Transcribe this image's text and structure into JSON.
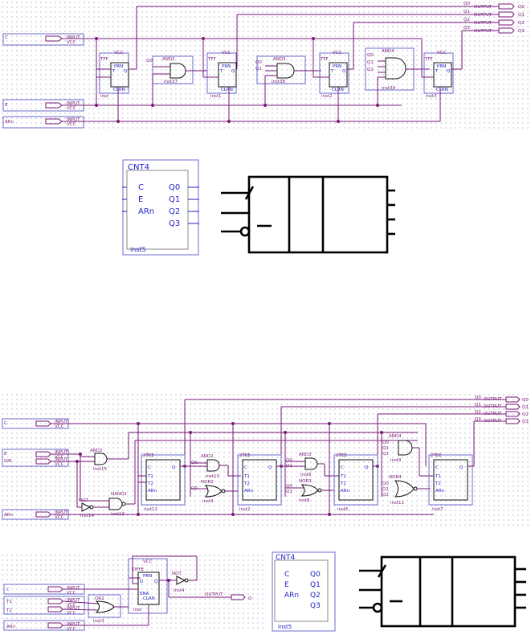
{
  "top": {
    "inputs": [
      {
        "name": "C",
        "type": "INPUT",
        "val": "VCC"
      },
      {
        "name": "E",
        "type": "INPUT",
        "val": "VCC"
      },
      {
        "name": "ARn",
        "type": "INPUT",
        "val": "VCC"
      }
    ],
    "outputs": [
      {
        "sig": "Q0",
        "type": "OUTPUT",
        "name": "Q0"
      },
      {
        "sig": "Q1",
        "type": "OUTPUT",
        "name": "Q1"
      },
      {
        "sig": "Q2",
        "type": "OUTPUT",
        "name": "Q2"
      },
      {
        "sig": "Q3",
        "type": "OUTPUT",
        "name": "Q3"
      }
    ],
    "tff": [
      {
        "title": "TFF",
        "vcc": "VCC",
        "prn": "PRN",
        "t": "T",
        "q": "Q",
        "clrn": "CLRN",
        "inst": "inst"
      },
      {
        "title": "TFF",
        "vcc": "VCC",
        "prn": "PRN",
        "t": "T",
        "q": "Q",
        "clrn": "CLRN",
        "inst": "inst1"
      },
      {
        "title": "TFF",
        "vcc": "VCC",
        "prn": "PRN",
        "t": "T",
        "q": "Q",
        "clrn": "CLRN",
        "inst": "inst2"
      },
      {
        "title": "TFF",
        "vcc": "VCC",
        "prn": "PRN",
        "t": "T",
        "q": "Q",
        "clrn": "CLRN",
        "inst": "inst3"
      }
    ],
    "gates": [
      {
        "title": "AND2",
        "inst": "inst37",
        "in1": "Q0",
        "in2": "",
        "in3": ""
      },
      {
        "title": "AND3",
        "inst": "inst38",
        "in1": "Q0",
        "in2": "Q1",
        "in3": ""
      },
      {
        "title": "AND4",
        "inst": "inst39",
        "in1": "Q0",
        "in2": "Q1",
        "in3": "Q2"
      }
    ]
  },
  "cnt_symbol": {
    "title": "CNT4",
    "inputs": [
      "C",
      "E",
      "ARn"
    ],
    "outputs": [
      "Q0",
      "Q1",
      "Q2",
      "Q3"
    ],
    "inst": "inst5"
  },
  "bottom": {
    "inputs": [
      {
        "name": "C",
        "type": "INPUT",
        "val": "VCC"
      },
      {
        "name": "E",
        "type": "INPUT",
        "val": "VCC"
      },
      {
        "name": "DIR",
        "type": "INPUT",
        "val": "VCC"
      },
      {
        "name": "ARn",
        "type": "INPUT",
        "val": "VCC"
      }
    ],
    "outputs": [
      {
        "sig": "Q0",
        "type": "OUTPUT",
        "name": "Q0"
      },
      {
        "sig": "Q1",
        "type": "OUTPUT",
        "name": "Q1"
      },
      {
        "sig": "Q2",
        "type": "OUTPUT",
        "name": "Q2"
      },
      {
        "sig": "Q3",
        "type": "OUTPUT",
        "name": "Q3"
      }
    ],
    "ff": [
      {
        "title": "2TEE",
        "c": "C",
        "t1": "T1",
        "t2": "T2",
        "arn": "ARn",
        "q": "Q",
        "inst": "inst12"
      },
      {
        "title": "2TEE",
        "c": "C",
        "t1": "T1",
        "t2": "T2",
        "arn": "ARn",
        "q": "Q",
        "inst": "inst2"
      },
      {
        "title": "2TEE",
        "c": "C",
        "t1": "T1",
        "t2": "T2",
        "arn": "ARn",
        "q": "Q",
        "inst": "inst5"
      },
      {
        "title": "2TEE",
        "c": "C",
        "t1": "T1",
        "t2": "T2",
        "arn": "ARn",
        "q": "Q",
        "inst": "inst7"
      }
    ],
    "gates": {
      "and2": {
        "title": "AND2",
        "inst": "inst15"
      },
      "not": {
        "title": "NOT",
        "inst": "inst14"
      },
      "nand2": {
        "title": "NAND2",
        "inst": "inst13"
      },
      "and_a": {
        "title": "AND2",
        "inst": "inst10",
        "in": "Q0"
      },
      "nor_a": {
        "title": "NOR2",
        "inst": "inst4",
        "in": "Q0"
      },
      "and_b": {
        "title": "AND3",
        "inst": "inst6",
        "in1": "Q0",
        "in2": "Q1"
      },
      "nor_b": {
        "title": "NOR3",
        "inst": "inst8",
        "in1": "Q0",
        "in2": "Q1"
      },
      "and_c": {
        "title": "AND4",
        "inst": "inst9",
        "in1": "Q0",
        "in2": "Q1",
        "in3": "Q2"
      },
      "nor_c": {
        "title": "NOR4",
        "inst": "inst11",
        "in1": "Q0",
        "in2": "Q1",
        "in3": "Q2"
      }
    }
  },
  "detail": {
    "inputs": [
      {
        "name": "C",
        "type": "INPUT",
        "val": "VCC"
      },
      {
        "name": "T1",
        "type": "INPUT",
        "val": "VCC"
      },
      {
        "name": "T2",
        "type": "INPUT",
        "val": "VCC"
      },
      {
        "name": "ARn",
        "type": "INPUT",
        "val": "VCC"
      }
    ],
    "or": {
      "title": "OR2",
      "inst": "inst3"
    },
    "dffe": {
      "title": "DFFE",
      "vcc": "VCC",
      "prn": "PRN",
      "d": "D",
      "q": "Q",
      "ena": "ENA",
      "clrn": "CLRN",
      "inst": "inst"
    },
    "not": {
      "title": "NOT",
      "inst": "inst4"
    },
    "output": {
      "type": "OUTPUT",
      "name": "Q"
    }
  }
}
